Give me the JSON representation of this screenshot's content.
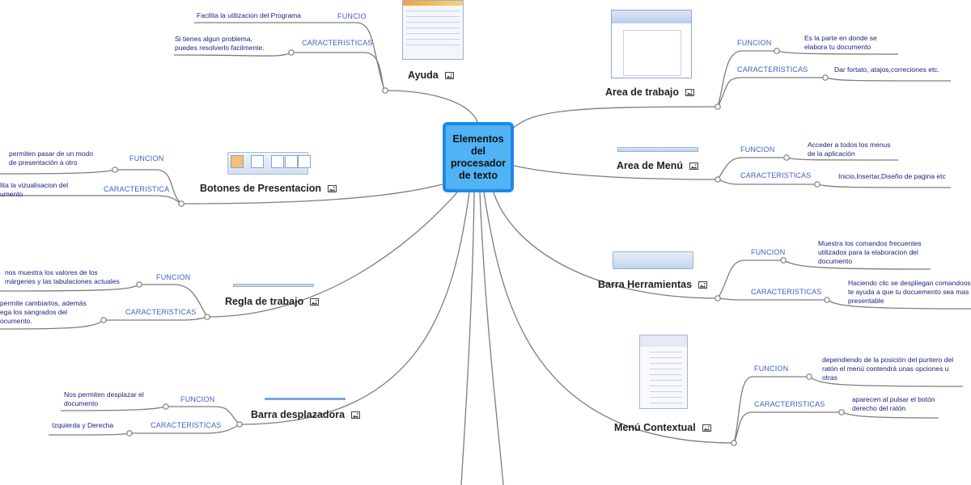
{
  "central": {
    "title": "Elementos\ndel\nprocesador\nde texto"
  },
  "colors": {
    "central_fill": "#4fb3f5",
    "central_border": "#1e88e5",
    "connector": "#7d7d7d",
    "label": "#3b5fc6",
    "leaf_text": "#1a237e"
  },
  "icons": {
    "topic_image": "image-icon"
  },
  "topics": {
    "ayuda": {
      "title": "Ayuda",
      "label1": "FUNCIO",
      "leaf1": "Facilita la utilizacion del Programa",
      "label2": "CARACTERISTICAS",
      "leaf2": "Si tienes algun problema,\npuedes resolverlo facilmente."
    },
    "area_trabajo": {
      "title": "Area de trabajo",
      "label1": "FUNCION",
      "leaf1": "Es la parte en donde se\nelabora tu documento",
      "label2": "CARACTERISTICAS",
      "leaf2": "Dar fortato, atajos,correciones etc."
    },
    "area_menu": {
      "title": "Area de Menú",
      "label1": "FUNCION",
      "leaf1": "Acceder a todos los menus\nde la aplicación",
      "label2": "CARACTERISTICAS",
      "leaf2": "Inicio,Insertar,Diseño de pagina etc"
    },
    "barra_herramientas": {
      "title": "Barra Herramientas",
      "label1": "FUNCION",
      "leaf1": "Muestra los comandos frecuentes\nutilizados para la elaboracion del\ndocumento",
      "label2": "CARACTERISTICAS",
      "leaf2": "Haciendo clic se despliegan comandoos\nte ayuda a que tu docuemento sea mas\npresentable"
    },
    "menu_contextual": {
      "title": "Menú Contextual",
      "label1": "FUNCION",
      "leaf1": "dependiendo de la posición del puntero del\nratón el menú contendrá unas opciones u\notras",
      "label2": "CARACTERISTICAS",
      "leaf2": "aparecen al pulsar el botón\nderecho del ratón"
    },
    "botones_presentacion": {
      "title": "Botones de Presentacion",
      "label1": "FUNCION",
      "leaf1": "permiten pasar de un modo\nde presentación a otro",
      "label2": "CARACTERISTICA",
      "leaf2": "lita la vizualisacion del\numento"
    },
    "regla_trabajo": {
      "title": "Regla de trabajo",
      "label1": "FUNCION",
      "leaf1": "nos muestra los valores de los\nmárgenes y las tabulaciones actuales",
      "label2": "CARACTERISTICAS",
      "leaf2": "permite cambiarlos, además\nega los sangrados del\nocumento."
    },
    "barra_desplazadora": {
      "title": "Barra desplazadora",
      "label1": "FUNCION",
      "leaf1": "Nos permiten desplazar el\ndocumento",
      "label2": "CARACTERISTICAS",
      "leaf2": "Izquierda y Derecha"
    }
  }
}
